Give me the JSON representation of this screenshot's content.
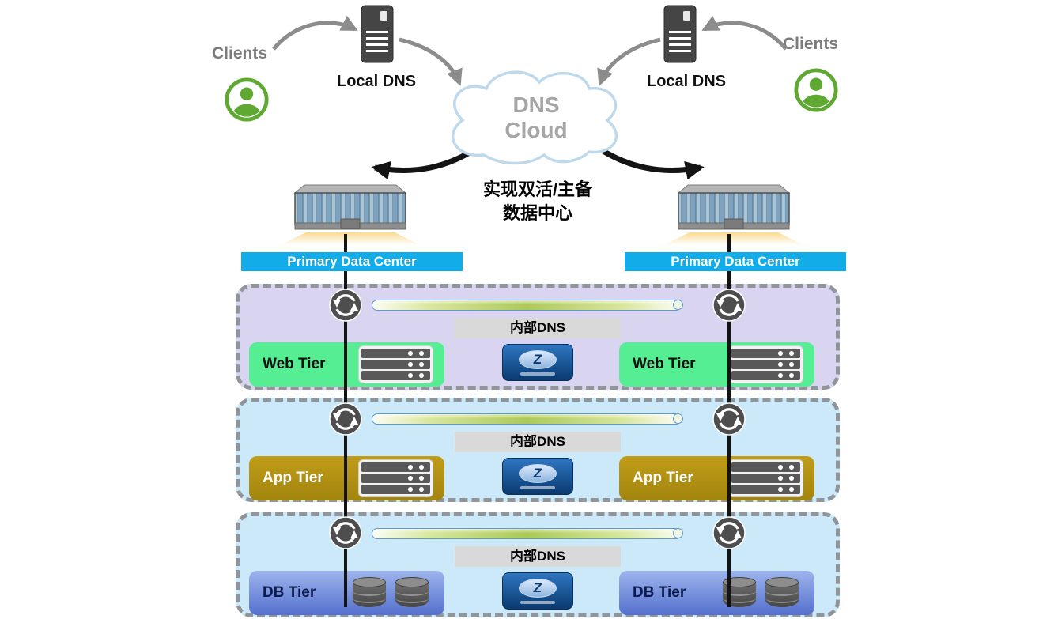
{
  "header": {
    "clients_left": "Clients",
    "clients_right": "Clients",
    "local_dns_left": "Local DNS",
    "local_dns_right": "Local DNS",
    "cloud_line1": "DNS",
    "cloud_line2": "Cloud",
    "caption_line1": "实现双活/主备",
    "caption_line2": "数据中心",
    "banner_left": "Primary Data Center",
    "banner_right": "Primary Data Center"
  },
  "tiers": [
    {
      "left_label": "Web Tier",
      "right_label": "Web Tier",
      "internal_dns": "内部DNS",
      "appliance_logo": "Z"
    },
    {
      "left_label": "App Tier",
      "right_label": "App Tier",
      "internal_dns": "内部DNS",
      "appliance_logo": "Z"
    },
    {
      "left_label": "DB Tier",
      "right_label": "DB Tier",
      "internal_dns": "内部DNS",
      "appliance_logo": "Z"
    }
  ],
  "colors": {
    "banner_cyan": "#12ACE8",
    "web_tier_box_green": "#55EE92",
    "app_tier_box_gold": "#B29115",
    "db_tier_box_blue": "#5F7CD0",
    "web_section_bg": "#D9D5F1",
    "blue_section_bg": "#CBE9F9",
    "client_green": "#5FA832",
    "appliance_blue": "#12477F"
  }
}
